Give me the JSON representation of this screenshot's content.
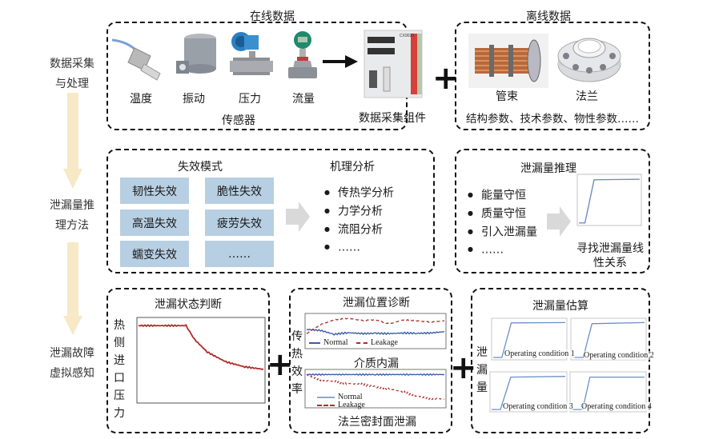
{
  "stages": [
    {
      "label_line1": "数据采集",
      "label_line2": "与处理"
    },
    {
      "label_line1": "泄漏量推",
      "label_line2": "理方法"
    },
    {
      "label_line1": "泄漏故障",
      "label_line2": "虚拟感知"
    }
  ],
  "colors": {
    "stage_arrow": "#f7e9c6",
    "failure_mode_box": "#b7cfe3",
    "gray_arrow": "#d9d9d9",
    "leak_red": "#b22a2a",
    "normal_blue": "#3b5ca8",
    "estimate_blue": "#6c8fc7"
  },
  "online": {
    "title": "在线数据",
    "sensors": [
      {
        "label": "温度",
        "icon": "temperature-sensor-icon"
      },
      {
        "label": "振动",
        "icon": "vibration-sensor-icon"
      },
      {
        "label": "压力",
        "icon": "pressure-transmitter-icon"
      },
      {
        "label": "流量",
        "icon": "flow-meter-icon"
      }
    ],
    "sensors_caption": "传感器",
    "daq_label": "数据采集组件"
  },
  "offline": {
    "title": "离线数据",
    "items": [
      {
        "label": "管束",
        "icon": "tube-bundle-icon"
      },
      {
        "label": "法兰",
        "icon": "flange-icon"
      }
    ],
    "params": "结构参数、技术参数、物性参数……"
  },
  "method": {
    "failure_title": "失效模式",
    "failure_modes": [
      "韧性失效",
      "脆性失效",
      "高温失效",
      "疲劳失效",
      "蠕变失效",
      "……"
    ],
    "mechanism_title": "机理分析",
    "mechanisms": [
      "传热学分析",
      "力学分析",
      "流阻分析",
      "……"
    ]
  },
  "inference": {
    "title": "泄漏量推理",
    "items": [
      "能量守恒",
      "质量守恒",
      "引入泄漏量",
      "……"
    ],
    "caption_line1": "寻找泄漏量线",
    "caption_line2": "性关系"
  },
  "state": {
    "title": "泄漏状态判断",
    "ylabel": [
      "热",
      "侧",
      "进",
      "口",
      "压",
      "力"
    ]
  },
  "location": {
    "title": "泄漏位置诊断",
    "ylabel": [
      "传",
      "热",
      "效",
      "率"
    ],
    "sub1_caption": "介质内漏",
    "sub2_caption": "法兰密封面泄漏",
    "legend_normal": "Normal",
    "legend_leakage": "Leakage"
  },
  "estimate": {
    "title": "泄漏量估算",
    "ylabel": [
      "泄",
      "漏",
      "量"
    ],
    "conditions": [
      "Operating condition 1",
      "Operating condition 2",
      "Operating condition 3",
      "Operating condition 4"
    ]
  },
  "chart_data": [
    {
      "type": "line",
      "title": "泄漏状态判断",
      "ylabel": "热侧进口压力",
      "series": [
        {
          "name": "pressure",
          "shape": "flat then exponential decay",
          "x": [
            0,
            0.38,
            0.45,
            0.55,
            0.7,
            0.85,
            1.0
          ],
          "y": [
            0.92,
            0.92,
            0.75,
            0.6,
            0.48,
            0.42,
            0.39
          ]
        }
      ]
    },
    {
      "type": "line",
      "title": "介质内漏",
      "ylabel": "传热效率",
      "series": [
        {
          "name": "Normal",
          "x": [
            0,
            0.1,
            0.2,
            0.3,
            0.4,
            0.5,
            0.6,
            0.7,
            0.8,
            0.9,
            1.0
          ],
          "y": [
            0.55,
            0.52,
            0.4,
            0.45,
            0.42,
            0.43,
            0.42,
            0.44,
            0.43,
            0.44,
            0.48
          ]
        },
        {
          "name": "Leakage",
          "x": [
            0,
            0.1,
            0.2,
            0.3,
            0.4,
            0.5,
            0.6,
            0.7,
            0.8,
            0.9,
            1.0
          ],
          "y": [
            0.42,
            0.7,
            0.85,
            0.9,
            0.83,
            0.85,
            0.72,
            0.85,
            0.82,
            0.78,
            0.82
          ]
        }
      ]
    },
    {
      "type": "line",
      "title": "法兰密封面泄漏",
      "ylabel": "传热效率",
      "series": [
        {
          "name": "Normal",
          "x": [
            0,
            0.25,
            0.5,
            0.75,
            1.0
          ],
          "y": [
            0.9,
            0.9,
            0.9,
            0.9,
            0.9
          ]
        },
        {
          "name": "Leakage",
          "x": [
            0,
            0.1,
            0.2,
            0.3,
            0.4,
            0.5,
            0.6,
            0.7,
            0.8,
            0.9,
            1.0
          ],
          "y": [
            0.9,
            0.75,
            0.7,
            0.65,
            0.62,
            0.55,
            0.5,
            0.4,
            0.3,
            0.22,
            0.2
          ]
        }
      ]
    },
    {
      "type": "line",
      "title": "泄漏量估算",
      "ylabel": "泄漏量",
      "series": [
        {
          "name": "Operating condition 1",
          "x": [
            0,
            0.12,
            0.25,
            1.0
          ],
          "y": [
            0.02,
            0.02,
            0.92,
            0.93
          ]
        },
        {
          "name": "Operating condition 2",
          "x": [
            0,
            0.15,
            0.27,
            1.0
          ],
          "y": [
            0.02,
            0.02,
            0.9,
            0.93
          ]
        },
        {
          "name": "Operating condition 3",
          "x": [
            0,
            0.12,
            0.26,
            1.0
          ],
          "y": [
            0.02,
            0.02,
            0.9,
            0.92
          ]
        },
        {
          "name": "Operating condition 4",
          "x": [
            0,
            0.15,
            0.25,
            1.0
          ],
          "y": [
            0.02,
            0.02,
            0.9,
            0.9
          ]
        }
      ]
    }
  ]
}
